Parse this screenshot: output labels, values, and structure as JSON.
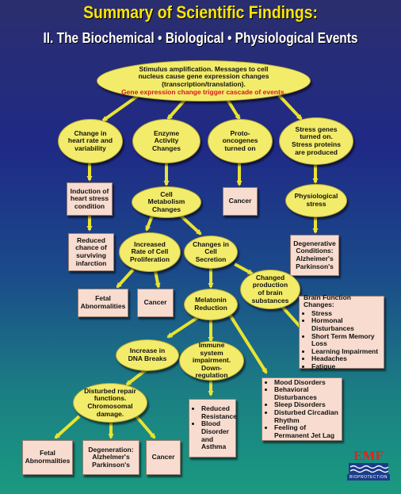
{
  "title": "Summary of Scientific Findings:",
  "subtitle": "II. The Biochemical • Biological • Physiological Events",
  "nodes": {
    "stimulus": {
      "line1": "Stimulus amplification. Messages to cell",
      "line2": "nucleus cause gene expression changes (transcription/translation).",
      "line3": "Gene expression change trigger cascade of events."
    },
    "heart_rate": "Change in heart rate and variability",
    "enzyme": "Enzyme Activity Changes",
    "proto": "Proto-oncogenes turned on",
    "stress_genes": "Stress genes turned on. Stress proteins are produced",
    "heart_stress": "Induction of heart stress condition",
    "cell_metabolism": "Cell Metabolism Changes",
    "cancer_proto": "Cancer",
    "physio_stress": "Physiological stress",
    "reduced_chance": "Reduced chance of surviving infarction",
    "proliferation": "Increased Rate of Cell Proliferation",
    "secretion": "Changes in Cell Secretion",
    "degenerative": "Degenerative Conditions: Alzheimer's Parkinson's",
    "brain_substances": "Changed production of brain substances",
    "fetal_1": "Fetal Abnormalities",
    "cancer_2": "Cancer",
    "melatonin": "Melatonin Reduction",
    "brain_function": {
      "heading": "Brain Function Changes:",
      "items": [
        "Stress",
        "Hormonal Disturbances",
        "Short Term Memory Loss",
        "Learning Impairment",
        "Headaches",
        "Fatigue"
      ]
    },
    "dna_breaks": "Increase in DNA Breaks",
    "immune": "Immune system impairment. Down-regulation",
    "mood": {
      "items": [
        "Mood Disorders",
        "Behavioral Disturbances",
        "Sleep Disorders",
        "Disturbed Circadian Rhythm",
        "Feeling of Permanent Jet Lag"
      ]
    },
    "repair": "Disturbed repair functions. Chromosomal damage.",
    "reduced_resistance": {
      "items": [
        "Reduced Resistance",
        "Blood Disorder and Asthma"
      ]
    },
    "fetal_2": "Fetal Abnormalities",
    "degeneration": "Degeneration: Alzhelmer's Parkinson's",
    "cancer_3": "Cancer"
  },
  "logo": {
    "wordmark": "EMF",
    "subtext": "BIOPROTECTION"
  },
  "colors": {
    "title": "#ffe600",
    "oval_fill": "#f3ec6a",
    "box_fill": "#f7dccf",
    "arrow": "#e9e332",
    "highlight_text": "#d21a1a",
    "logo_red": "#e2231a"
  }
}
